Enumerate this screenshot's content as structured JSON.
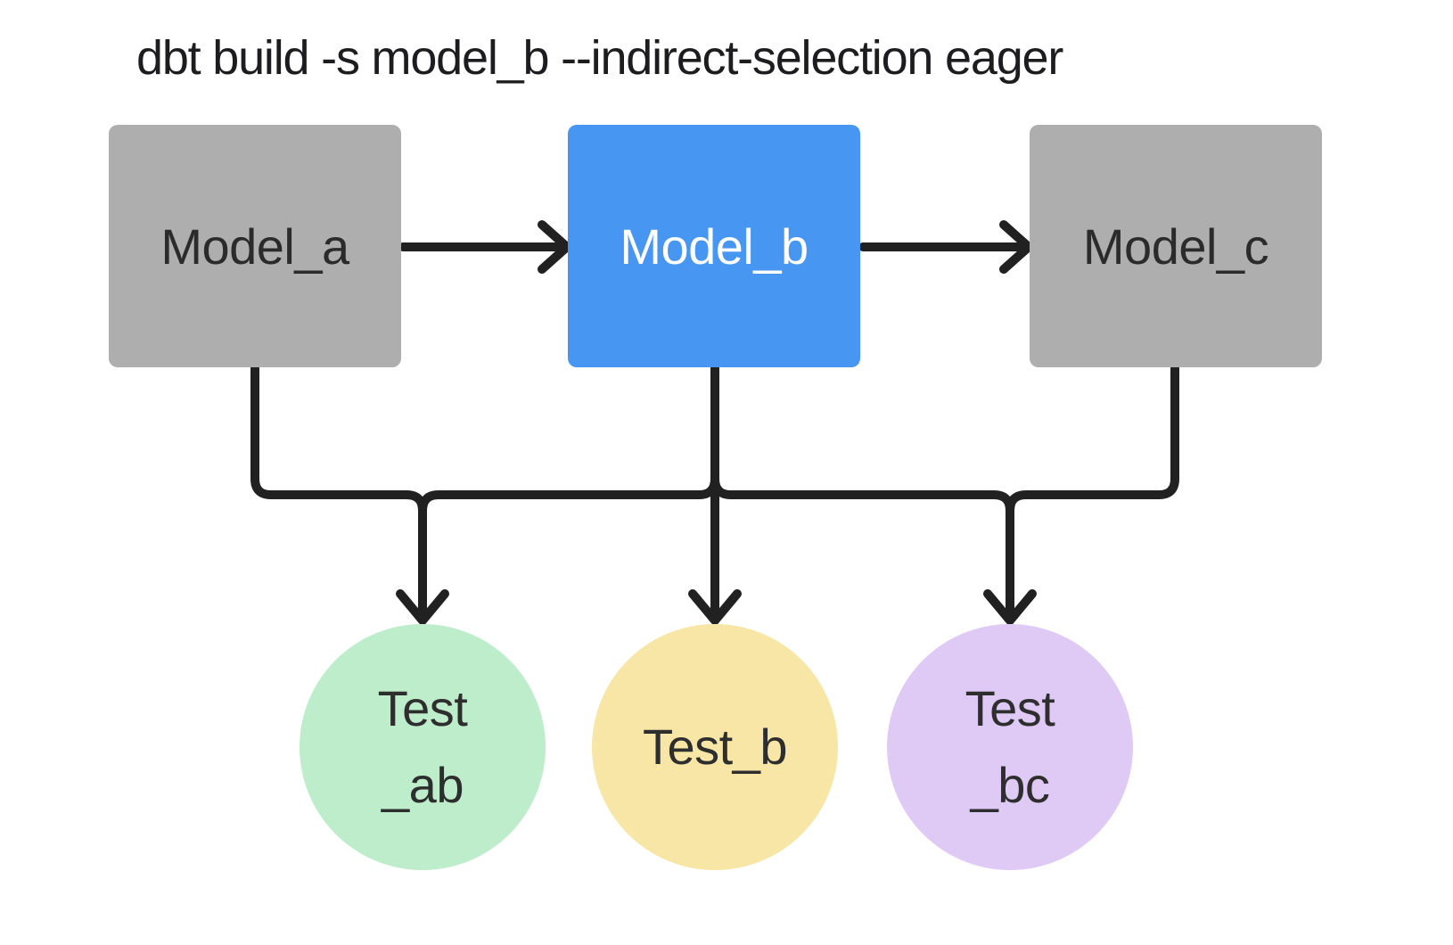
{
  "title": "dbt build -s model_b --indirect-selection eager",
  "colors": {
    "background": "#ffffff",
    "edge": "#212121",
    "title_text": "#1d1d1f",
    "model_default_fill": "#aeaeae",
    "model_selected_fill": "#4696f2",
    "model_text_dark": "#2b2b2b",
    "model_text_light": "#ffffff",
    "test_ab_fill": "#beedcb",
    "test_b_fill": "#f7e6a5",
    "test_bc_fill": "#dfcaf6",
    "test_text": "#2e2e2e"
  },
  "nodes": {
    "model_a": {
      "label": "Model_a",
      "type": "model",
      "selected": false,
      "fill": "#aeaeae",
      "text_color": "#2b2b2b"
    },
    "model_b": {
      "label": "Model_b",
      "type": "model",
      "selected": true,
      "fill": "#4696f2",
      "text_color": "#ffffff"
    },
    "model_c": {
      "label": "Model_c",
      "type": "model",
      "selected": false,
      "fill": "#aeaeae",
      "text_color": "#2b2b2b"
    },
    "test_ab": {
      "label": "Test _ab",
      "label_lines": [
        "Test",
        "_ab"
      ],
      "type": "test",
      "fill": "#beedcb",
      "text_color": "#2e2e2e"
    },
    "test_b": {
      "label": "Test_b",
      "label_lines": [
        "Test_b"
      ],
      "type": "test",
      "fill": "#f7e6a5",
      "text_color": "#2e2e2e"
    },
    "test_bc": {
      "label": "Test _bc",
      "label_lines": [
        "Test",
        "_bc"
      ],
      "type": "test",
      "fill": "#dfcaf6",
      "text_color": "#2e2e2e"
    }
  },
  "edges": [
    {
      "from": "model_a",
      "to": "model_b"
    },
    {
      "from": "model_b",
      "to": "model_c"
    },
    {
      "from": "model_a",
      "to": "test_ab"
    },
    {
      "from": "model_b",
      "to": "test_ab"
    },
    {
      "from": "model_b",
      "to": "test_b"
    },
    {
      "from": "model_b",
      "to": "test_bc"
    },
    {
      "from": "model_c",
      "to": "test_bc"
    }
  ]
}
